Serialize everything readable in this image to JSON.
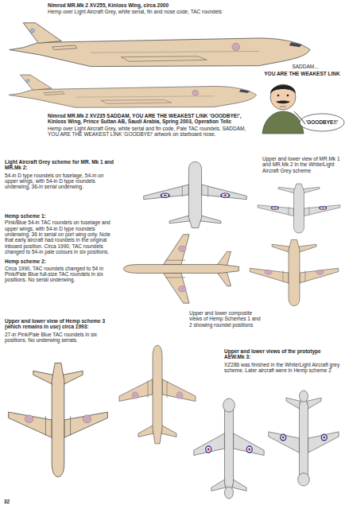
{
  "diagram": {
    "labels": [
      "Nimrod MR.Mk 2 XV255, Kinloss Wing, circa 2000",
      "Hemp over Light Aircraft Grey, white serial, fin and nose code, TAC roundels",
      "Nimrod MR.Mk 2 XV235 SADDAM, YOU ARE THE WEAKEST LINK 'GOODBYE!', Kinloss Wing, Prince Sultan AB, Saudi Arabia, Spring 2003, Operation Telic",
      "Hemp over Light Aircraft Grey, white serial and fin code, Pale TAC roundels. SADDAM, YOU ARE THE WEAKEST LINK 'GOODBYE!' artwork on starboard nose.",
      "SADDAM...",
      "YOU ARE THE WEAKEST LINK",
      "'GOODBYE!!'",
      "Light Aircraft Grey scheme for MR. Mk 1 and MR.Mk 2:",
      "54-in D type roundels on fuselage, 54-in on upper wings, with 54-in D type roundels underwing, 36-in serial underwing.",
      "Upper and lower view of MR.Mk 1 and MR.Mk 2 in the White/Light Aircraft Grey scheme",
      "Hemp scheme 1:",
      "Pink/Blue 54-in TAC roundels on fuselage and upper wings, with 54-in D type roundels underwing. 36 in serial on port wing only. Note that early aircraft had roundels in the original inboard position. Circa 1990, TAC roundels changed to 54-in pale colours in six positions.",
      "Hemp scheme 2:",
      "Circa 1990, TAC roundels changed to 54 in Pink/Pale Blue full-size TAC roundels in six positions. No serial underwing.",
      "Upper and lower composite views of Hemp Schemes 1 and 2 showing roundel positions",
      "Upper and lower view of Hemp scheme 3 (which remains in use) circa 1993:",
      "27-in Pink/Pale Blue TAC roundels in six positions. No underwing serials.",
      "Upper and lower views of the prototype AEW.Mk 3:",
      "XZ286 was finished in the White/Light Aircraft grey scheme. Later aircraft were in Hemp scheme 2",
      "32"
    ]
  }
}
